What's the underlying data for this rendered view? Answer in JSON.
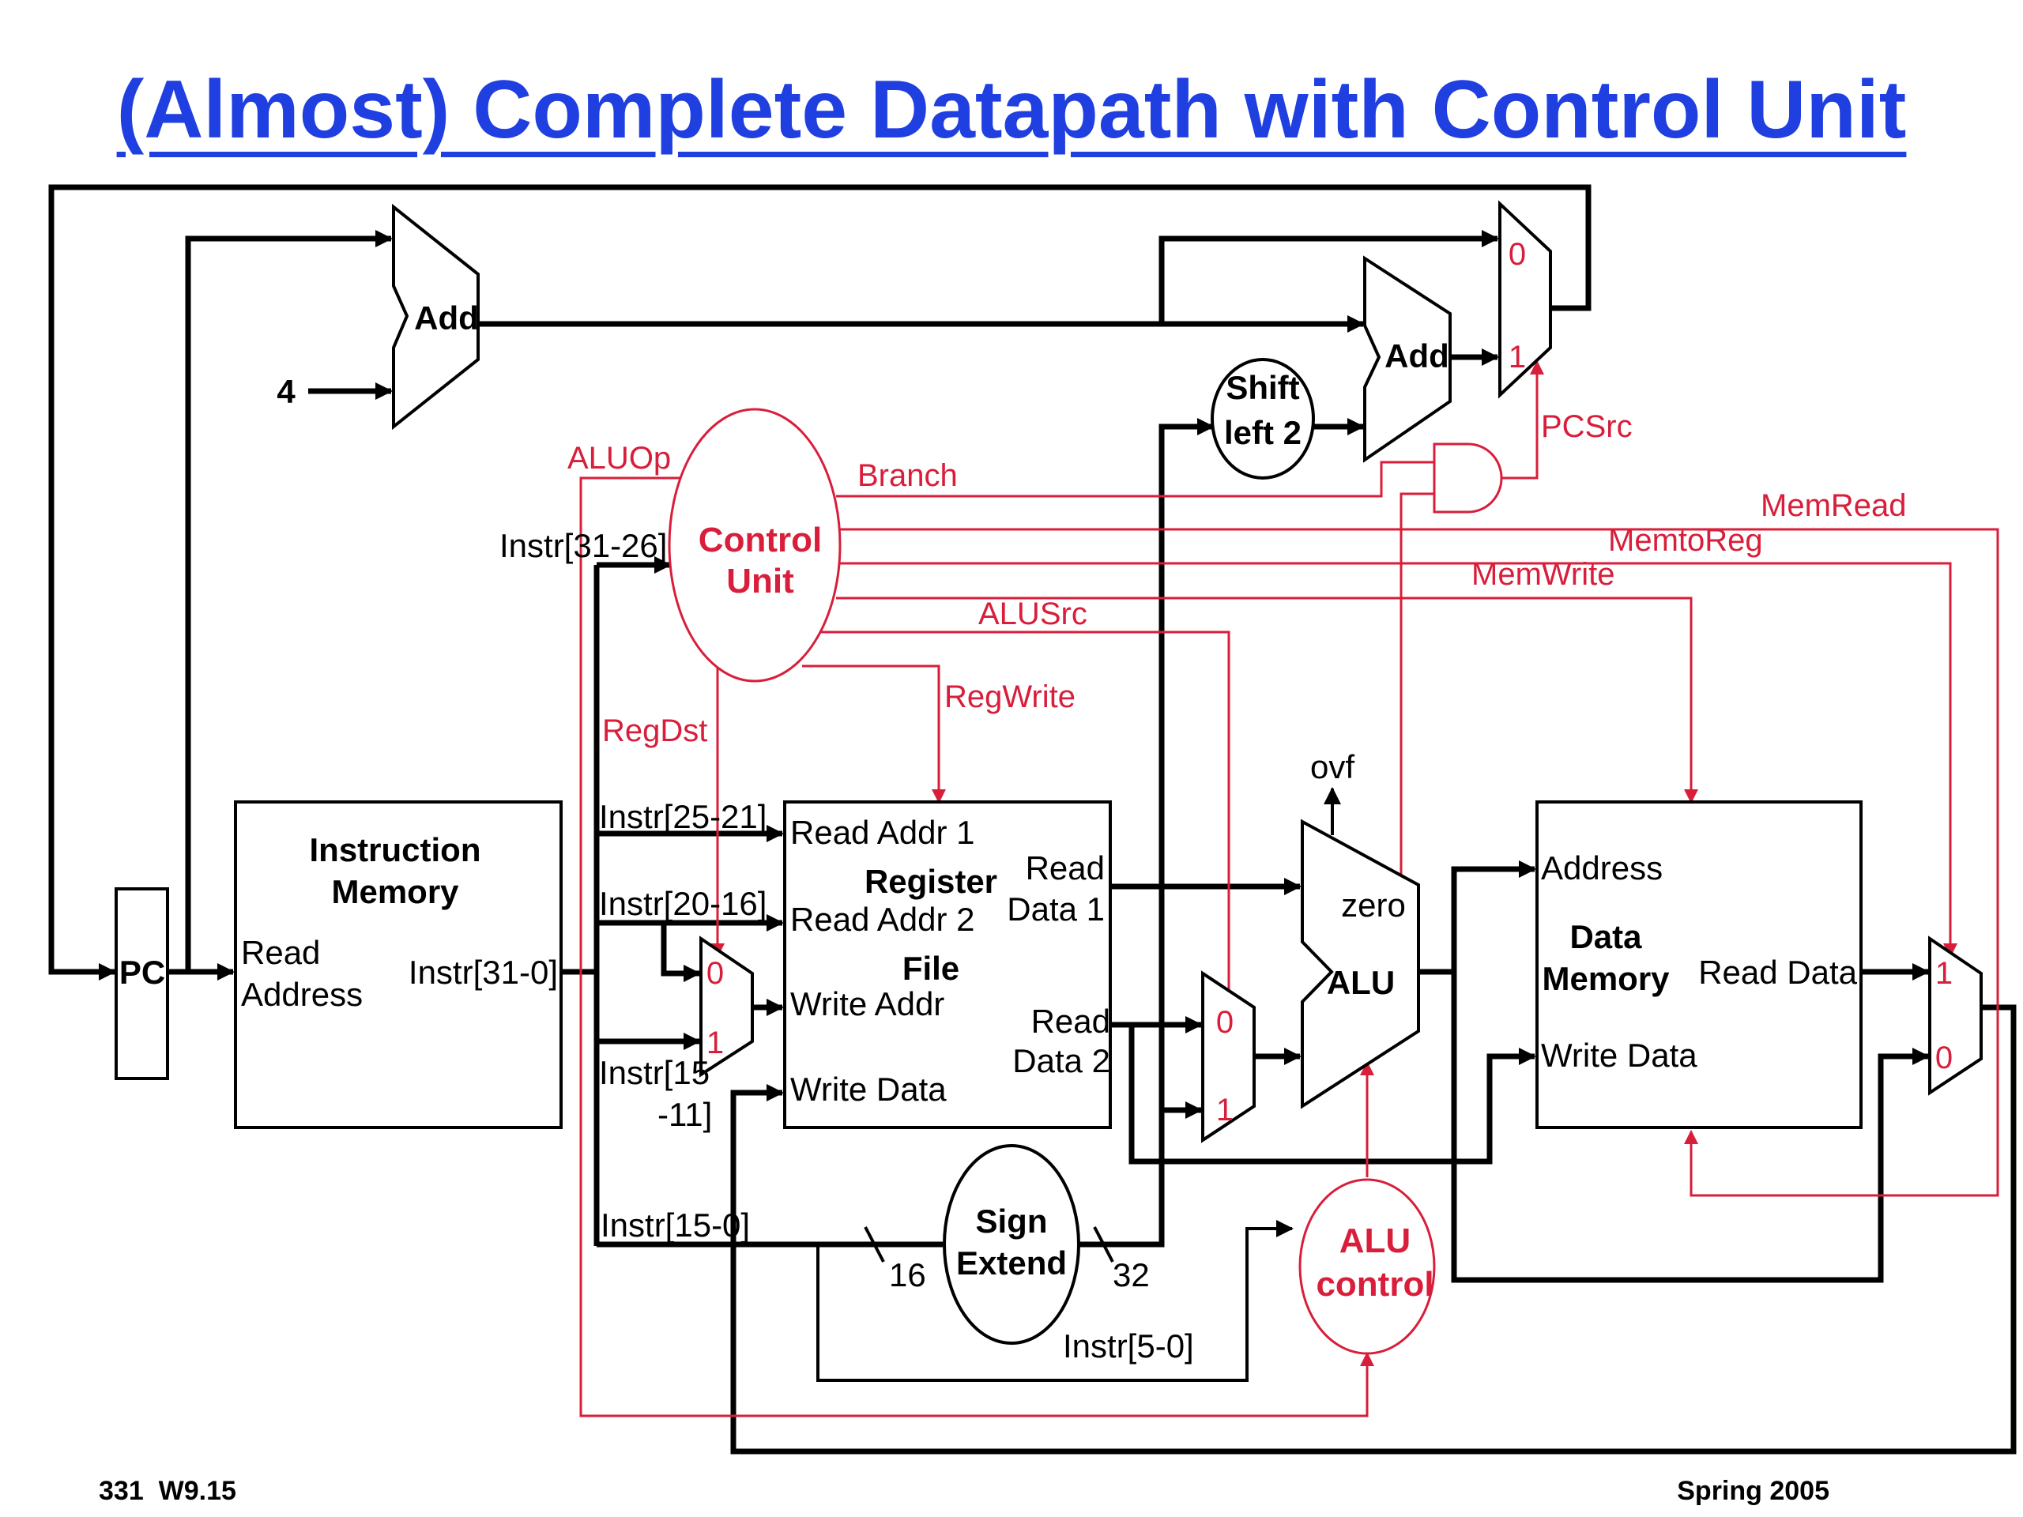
{
  "title": "(Almost) Complete Datapath with Control Unit",
  "footer": {
    "left": "331  W9.15",
    "right": "Spring 2005"
  },
  "blocks": {
    "pc": "PC",
    "add_top": "Add",
    "add_branch": "Add",
    "four": "4",
    "instr_mem": {
      "title1": "Instruction",
      "title2": "Memory",
      "read1": "Read",
      "read2": "Address",
      "out": "Instr[31-0]"
    },
    "control_unit": {
      "line1": "Control",
      "line2": "Unit"
    },
    "register_file": {
      "title1": "Register",
      "title2": "File",
      "read_addr1": "Read Addr 1",
      "read_addr2": "Read Addr 2",
      "write_addr": "Write Addr",
      "write_data": "Write Data",
      "read_data1_a": "Read",
      "read_data1_b": "Data 1",
      "read_data2_a": "Read",
      "read_data2_b": "Data 2"
    },
    "shift_left": {
      "line1": "Shift",
      "line2": "left 2"
    },
    "sign_extend": {
      "line1": "Sign",
      "line2": "Extend"
    },
    "alu": {
      "name": "ALU",
      "zero": "zero",
      "ovf": "ovf"
    },
    "alu_control": {
      "line1": "ALU",
      "line2": "control"
    },
    "data_memory": {
      "title1": "Data",
      "title2": "Memory",
      "address": "Address",
      "read_data": "Read Data",
      "write_data": "Write Data"
    }
  },
  "mux_labels": {
    "zero": "0",
    "one": "1"
  },
  "instr_fields": {
    "f31_26": "Instr[31-26]",
    "f25_21": "Instr[25-21]",
    "f20_16": "Instr[20-16]",
    "f15_11_a": "Instr[15",
    "f15_11_b": "-11]",
    "f15_0": "Instr[15-0]",
    "f5_0": "Instr[5-0]"
  },
  "bus_widths": {
    "in": "16",
    "out": "32"
  },
  "control_signals": {
    "aluop": "ALUOp",
    "branch": "Branch",
    "pcsrc": "PCSrc",
    "memread": "MemRead",
    "memtoreg": "MemtoReg",
    "memwrite": "MemWrite",
    "alusrc": "ALUSrc",
    "regwrite": "RegWrite",
    "regdst": "RegDst"
  },
  "colors": {
    "title": "#1f3fe0",
    "control": "#d81e3a",
    "wire": "#000000"
  }
}
